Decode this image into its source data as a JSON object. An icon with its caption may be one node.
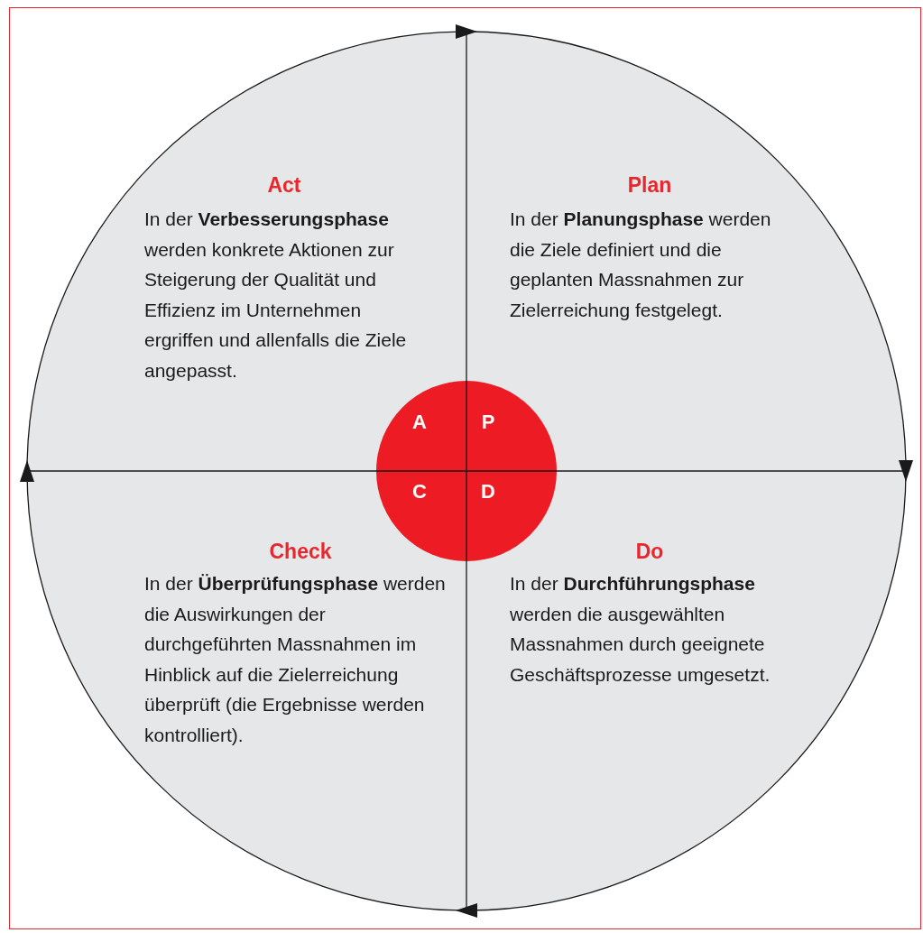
{
  "diagram": {
    "nodes": [
      {
        "text": [
          "Act",
          "In der **Verbesserungsphase** werden konkrete Aktionen zur Steigerung der Qualität und Effizienz im Unternehmen ergriffen und allenfalls die Ziele angepasst."
        ]
      },
      {
        "text": [
          "Plan",
          "In der **Planungsphase** werden die Ziele definiert und die geplanten Massnahmen zur Zielerreichung festgelegt."
        ]
      },
      {
        "text": [
          "Check",
          "In der **Überprüfungsphase** werden die Auswirkungen der durchgeführten Massnahmen im Hinblick auf die Zielerreichung überprüft (die Ergebnisse werden kontrolliert)."
        ]
      },
      {
        "text": [
          "Do",
          "In der **Durchführungsphase** werden die ausgewählten Massnahmen durch geeignete Geschäftsprozesse umgesetzt."
        ]
      },
      {
        "text": [
          "A",
          "P",
          "C",
          "D"
        ]
      }
    ]
  }
}
